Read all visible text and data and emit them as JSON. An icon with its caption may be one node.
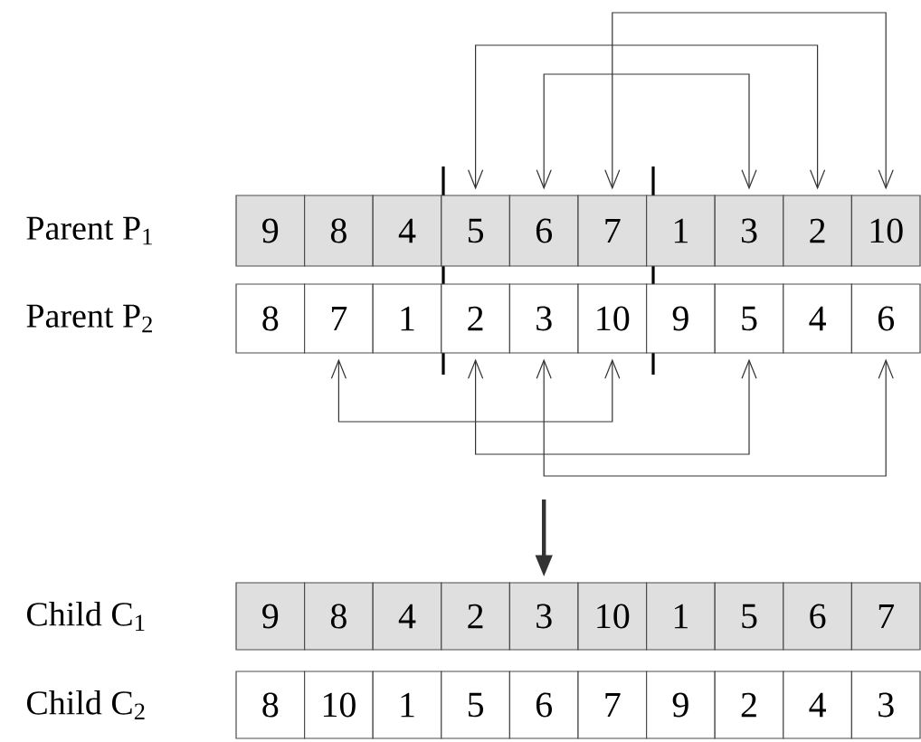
{
  "diagram": {
    "nodes": [
      {
        "text": [
          "9"
        ]
      },
      {
        "text": [
          "8"
        ]
      },
      {
        "text": [
          "4"
        ]
      },
      {
        "text": [
          "5"
        ]
      },
      {
        "text": [
          "6"
        ]
      },
      {
        "text": [
          "7"
        ]
      },
      {
        "text": [
          "1"
        ]
      },
      {
        "text": [
          "3"
        ]
      },
      {
        "text": [
          "2"
        ]
      },
      {
        "text": [
          "10"
        ]
      },
      {
        "text": [
          "8"
        ]
      },
      {
        "text": [
          "7"
        ]
      },
      {
        "text": [
          "1"
        ]
      },
      {
        "text": [
          "2"
        ]
      },
      {
        "text": [
          "3"
        ]
      },
      {
        "text": [
          "10"
        ]
      },
      {
        "text": [
          "9"
        ]
      },
      {
        "text": [
          "5"
        ]
      },
      {
        "text": [
          "4"
        ]
      },
      {
        "text": [
          "6"
        ]
      },
      {
        "text": [
          "9"
        ]
      },
      {
        "text": [
          "8"
        ]
      },
      {
        "text": [
          "4"
        ]
      },
      {
        "text": [
          "2"
        ]
      },
      {
        "text": [
          "3"
        ]
      },
      {
        "text": [
          "10"
        ]
      },
      {
        "text": [
          "1"
        ]
      },
      {
        "text": [
          "5"
        ]
      },
      {
        "text": [
          "6"
        ]
      },
      {
        "text": [
          "7"
        ]
      },
      {
        "text": [
          "8"
        ]
      },
      {
        "text": [
          "10"
        ]
      },
      {
        "text": [
          "1"
        ]
      },
      {
        "text": [
          "5"
        ]
      },
      {
        "text": [
          "6"
        ]
      },
      {
        "text": [
          "7"
        ]
      },
      {
        "text": [
          "9"
        ]
      },
      {
        "text": [
          "2"
        ]
      },
      {
        "text": [
          "4"
        ]
      },
      {
        "text": [
          "3"
        ]
      }
    ],
    "edges": [
      {
        "from": 3,
        "to": 8,
        "arrow": "both"
      },
      {
        "from": 4,
        "to": 7,
        "arrow": "both"
      },
      {
        "from": 5,
        "to": 9,
        "arrow": "both"
      },
      {
        "from": 11,
        "to": 15,
        "arrow": "both"
      },
      {
        "from": 13,
        "to": 17,
        "arrow": "both"
      },
      {
        "from": 14,
        "to": 19,
        "arrow": "both"
      },
      {
        "from": null,
        "to": 24,
        "arrow": "to",
        "style": "thick"
      }
    ],
    "labels": [
      "Parent P$_{1}$",
      "Parent P$_{2}$",
      "Child C$_{1}$",
      "Child C$_{2}$"
    ]
  }
}
